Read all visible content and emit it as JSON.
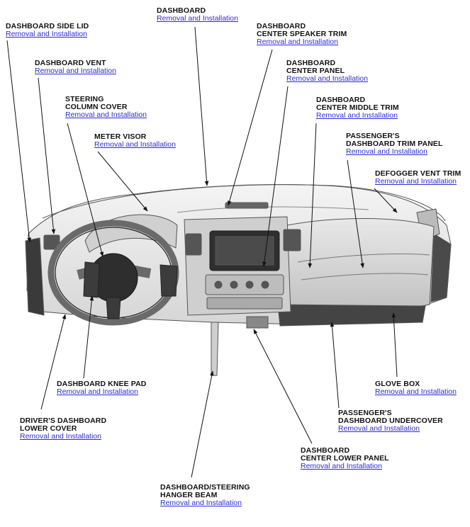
{
  "callouts": [
    {
      "id": "dashboard",
      "name": "DASHBOARD",
      "link": "Removal and Installation"
    },
    {
      "id": "dashboard-side-lid",
      "name": "DASHBOARD SIDE LID",
      "link": "Removal and Installation"
    },
    {
      "id": "dashboard-center-speaker-trim",
      "name": "DASHBOARD\nCENTER SPEAKER TRIM",
      "link": "Removal and Installation"
    },
    {
      "id": "dashboard-vent",
      "name": "DASHBOARD VENT",
      "link": "Removal and Installation"
    },
    {
      "id": "dashboard-center-panel",
      "name": "DASHBOARD\nCENTER PANEL",
      "link": "Removal and Installation"
    },
    {
      "id": "steering-column-cover",
      "name": "STEERING\nCOLUMN COVER",
      "link": "Removal and Installation"
    },
    {
      "id": "dashboard-center-middle-trim",
      "name": "DASHBOARD\nCENTER MIDDLE TRIM",
      "link": "Removal and Installation"
    },
    {
      "id": "meter-visor",
      "name": "METER VISOR",
      "link": "Removal and Installation"
    },
    {
      "id": "passengers-dashboard-trim-panel",
      "name": "PASSENGER'S\nDASHBOARD TRIM PANEL",
      "link": "Removal and Installation"
    },
    {
      "id": "defogger-vent-trim",
      "name": "DEFOGGER VENT TRIM",
      "link": "Removal and Installation"
    },
    {
      "id": "dashboard-knee-pad",
      "name": "DASHBOARD KNEE PAD",
      "link": "Removal and Installation"
    },
    {
      "id": "glove-box",
      "name": "GLOVE BOX",
      "link": "Removal and Installation"
    },
    {
      "id": "drivers-dashboard-lower-cover",
      "name": "DRIVER'S DASHBOARD\nLOWER COVER",
      "link": "Removal and Installation"
    },
    {
      "id": "passengers-dashboard-undercover",
      "name": "PASSENGER'S\nDASHBOARD UNDERCOVER",
      "link": "Removal and Installation"
    },
    {
      "id": "dashboard-center-lower-panel",
      "name": "DASHBOARD\nCENTER LOWER PANEL",
      "link": "Removal and Installation"
    },
    {
      "id": "dashboard-steering-hanger-beam",
      "name": "DASHBOARD/STEERING\nHANGER BEAM",
      "link": "Removal and Installation"
    }
  ]
}
